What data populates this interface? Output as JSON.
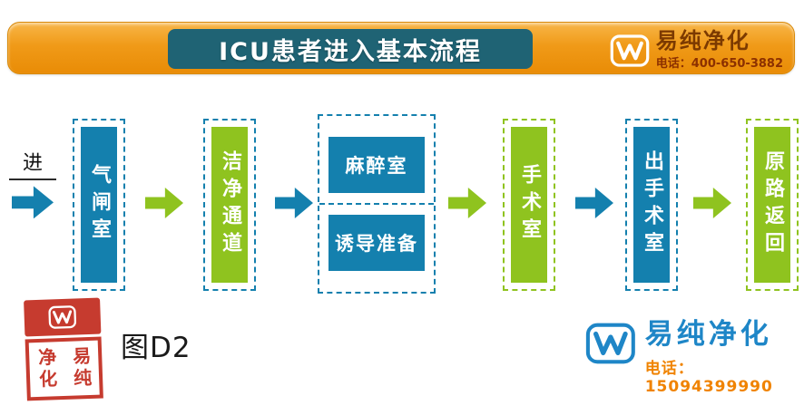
{
  "header": {
    "title": "ICU患者进入基本流程",
    "brand": {
      "name": "易纯净化",
      "phone": "电话：400-650-3882"
    }
  },
  "flow": {
    "entry_label": "进",
    "steps": [
      {
        "label": "气闸室",
        "color": "blue"
      },
      {
        "label": "洁净通道",
        "color": "green"
      },
      {
        "sub": [
          {
            "label": "麻醉室"
          },
          {
            "label": "诱导准备"
          }
        ],
        "color": "blue"
      },
      {
        "label": "手术室",
        "color": "green"
      },
      {
        "label": "出手术室",
        "color": "blue"
      },
      {
        "label": "原路返回",
        "color": "green"
      }
    ]
  },
  "footer": {
    "figure_label": "图D2",
    "brand": {
      "name": "易纯净化",
      "phone": "电话：15094399990"
    },
    "seal_text": "易纯净化",
    "seal_col_left": "净化",
    "seal_col_right": "易纯"
  },
  "colors": {
    "blue": "#1480ae",
    "green": "#8fc31f",
    "header_orange": "#f09a18",
    "title_bg": "#1f6374",
    "header_brand_text": "#7c3a00",
    "footer_blue": "#1e86c7",
    "phone_orange": "#f08300",
    "seal_red": "#c22b1e"
  }
}
